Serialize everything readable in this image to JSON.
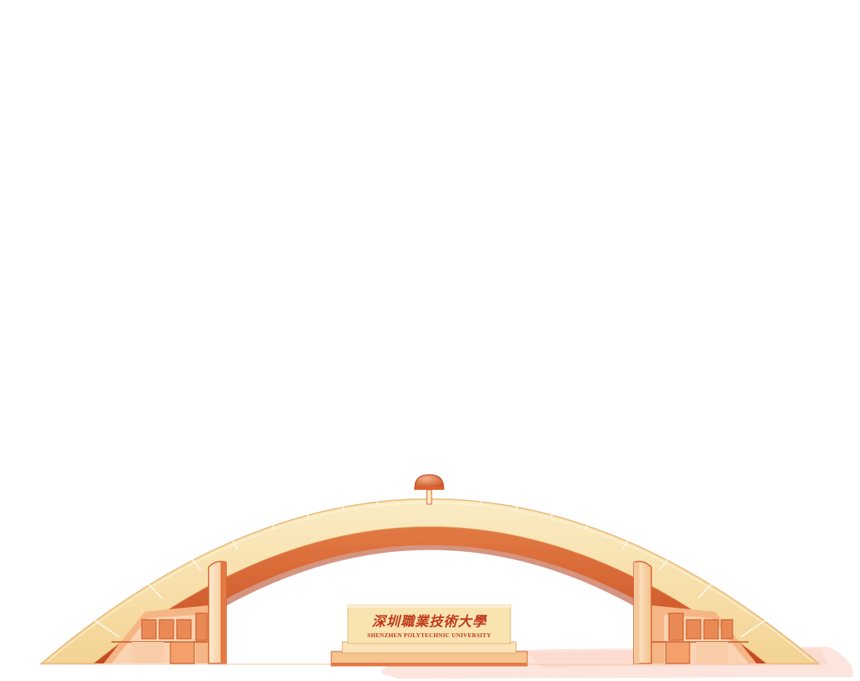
{
  "illustration": {
    "subject": "university-gate-arch",
    "palette": {
      "arch_light": "#f7dfa6",
      "arch_light_edge": "#f0c98a",
      "arch_dark": "#d9622e",
      "arch_dark_shadow": "#b8401c",
      "wall": "#f2a06a",
      "wall_dark": "#d8703c",
      "ground_blush": "#fbe4dc",
      "sign_face": "#f9e3b0",
      "text_red": "#c0391b"
    }
  },
  "sign": {
    "name_cn": "深圳職業技術大學",
    "name_en": "SHENZHEN POLYTECHNIC UNIVERSITY"
  }
}
